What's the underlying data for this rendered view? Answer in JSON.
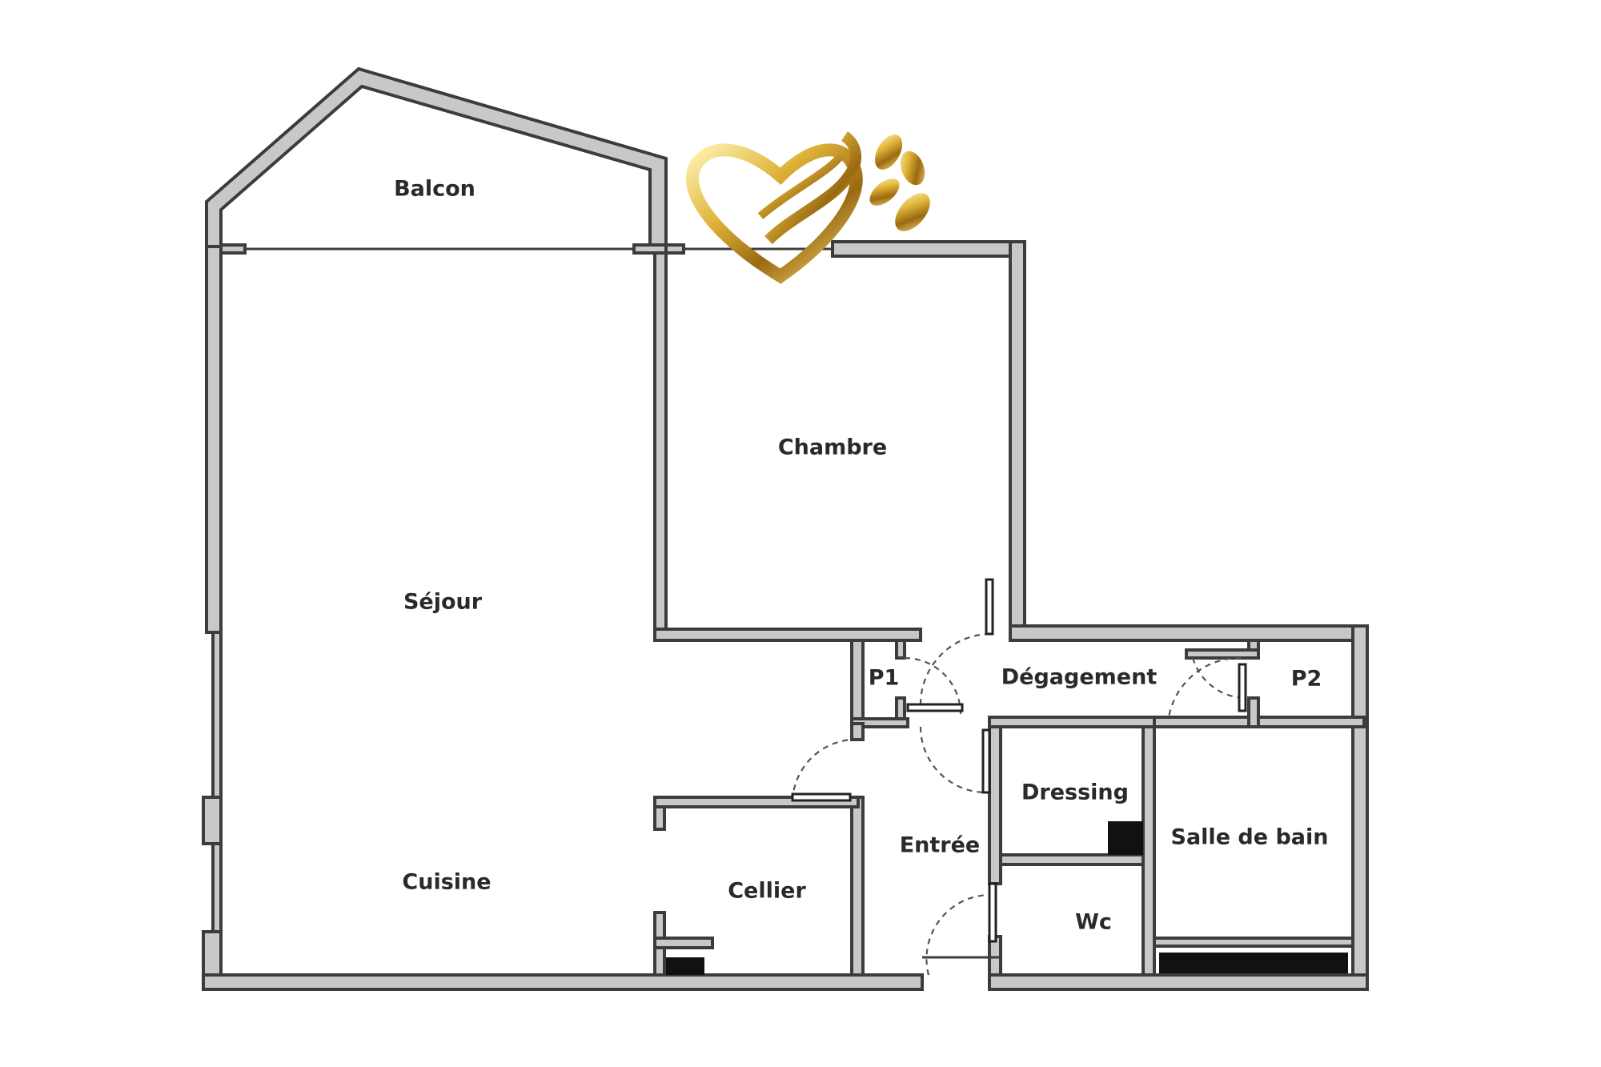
{
  "plan": {
    "rooms": {
      "balcon": "Balcon",
      "chambre": "Chambre",
      "sejour": "Séjour",
      "cuisine": "Cuisine",
      "cellier": "Cellier",
      "p1": "P1",
      "degagement": "Dégagement",
      "p2": "P2",
      "dressing": "Dressing",
      "entree": "Entrée",
      "salle_de_bain": "Salle de bain",
      "wc": "Wc"
    },
    "logo": {
      "icon": "gold-heart-ribbon-icon",
      "color": "#d4a72c"
    },
    "colors": {
      "wall_fill": "#c8c8c8",
      "wall_stroke": "#3c3c3c",
      "fixture": "#111111"
    }
  }
}
